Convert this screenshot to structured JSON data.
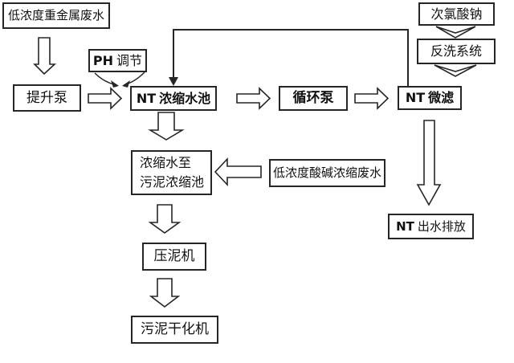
{
  "page": {
    "background": "#ffffff",
    "line_color": "#262626",
    "text_color": "#111111"
  },
  "diagram": {
    "type": "flowchart",
    "nodes": {
      "heavy_metal": {
        "label": "低浓度重金属废水"
      },
      "ph_adjust": {
        "bold": "PH",
        "label": "调节"
      },
      "lift_pump": {
        "label": "提升泵"
      },
      "nt_pool": {
        "bold": "NT",
        "label": "浓缩水池"
      },
      "circ_pump": {
        "label": "循环泵"
      },
      "nt_filter": {
        "bold": "NT",
        "label": "微滤"
      },
      "naclo": {
        "label": "次氯酸钠"
      },
      "backwash": {
        "label": "反洗系统"
      },
      "conc_water": {
        "line1": "浓缩水至",
        "line2": "污泥浓缩池"
      },
      "acid_waste": {
        "label": "低浓度酸碱浓缩废水"
      },
      "mud_press": {
        "label": "压泥机"
      },
      "sludge_dryer": {
        "label": "污泥干化机"
      },
      "nt_outlet": {
        "bold": "NT",
        "label": "出水排放"
      }
    }
  }
}
